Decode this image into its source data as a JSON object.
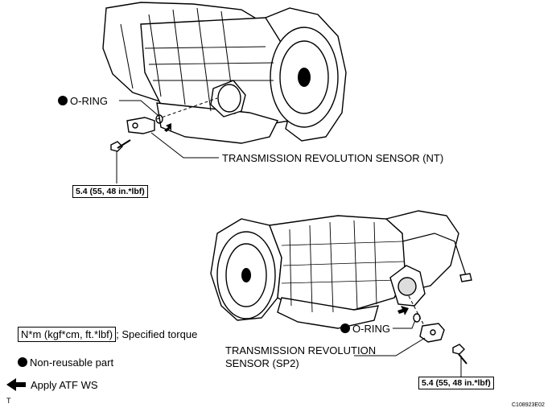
{
  "callouts": {
    "oring_top": "O-RING",
    "sensor_nt": "TRANSMISSION REVOLUTION SENSOR (NT)",
    "oring_bottom": "O-RING",
    "sensor_sp2_line1": "TRANSMISSION REVOLUTION",
    "sensor_sp2_line2": "SENSOR (SP2)"
  },
  "torque": {
    "top": "5.4 (55, 48 in.*lbf)",
    "bottom": "5.4 (55, 48 in.*lbf)"
  },
  "legend": {
    "torque_box": "N*m (kgf*cm, ft.*lbf)",
    "torque_text": "; Specified torque",
    "nonreusable": "Non-reusable part",
    "apply": "Apply ATF WS"
  },
  "corner_mark": "T",
  "figure_code": "C108923E02",
  "colors": {
    "line": "#000000",
    "fill": "#ffffff",
    "shade": "#7a7a7a"
  },
  "icons": {
    "nonreusable": "filled-circle",
    "apply": "arrow-left",
    "transmission": "transmission-drawing"
  }
}
